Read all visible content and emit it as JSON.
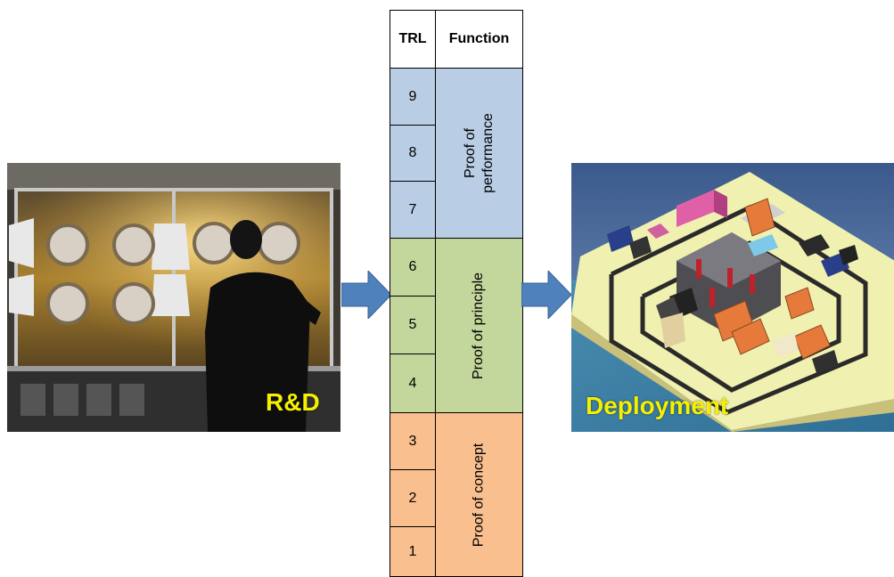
{
  "table": {
    "header_trl": "TRL",
    "header_function": "Function",
    "levels": [
      "9",
      "8",
      "7",
      "6",
      "5",
      "4",
      "3",
      "2",
      "1"
    ],
    "groups": [
      {
        "label_line1": "Proof of",
        "label_line2": "performance",
        "color": "#b9cde5"
      },
      {
        "label_line1": "Proof of principle",
        "label_line2": "",
        "color": "#c3d69b"
      },
      {
        "label_line1": "Proof of concept",
        "label_line2": "",
        "color": "#f9bf8f"
      }
    ]
  },
  "left_image": {
    "caption": "R&D"
  },
  "right_image": {
    "caption": "Deployment"
  },
  "colors": {
    "arrow": "#4f81bd",
    "caption": "#f5f000"
  }
}
